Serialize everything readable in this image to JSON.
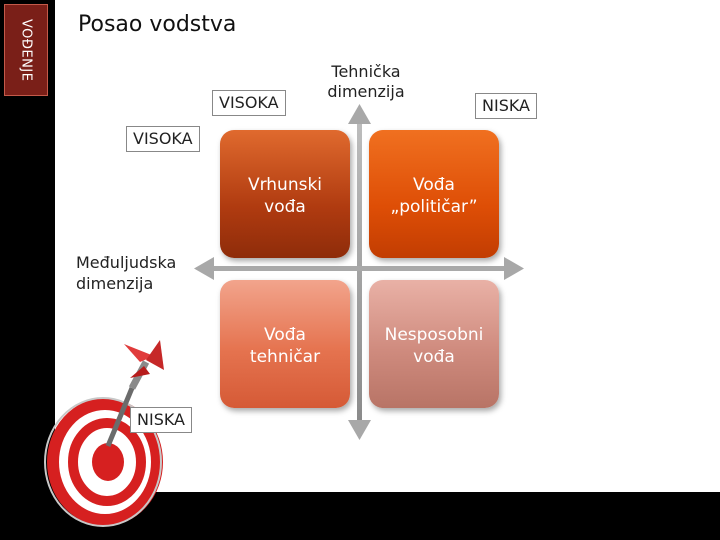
{
  "side_tab": {
    "text": "VOĐENJE"
  },
  "title": "Posao vodstva",
  "axes": {
    "vertical_label_line1": "Tehnička",
    "vertical_label_line2": "dimenzija",
    "horizontal_label_line1": "Međuljudska",
    "horizontal_label_line2": "dimenzija",
    "top_high": "VISOKA",
    "top_low": "NISKA",
    "left_high": "VISOKA",
    "left_low": "NISKA"
  },
  "quadrants": [
    {
      "line1": "Vrhunski",
      "line2": "vođa"
    },
    {
      "line1": "Vođa",
      "line2": "„političar”"
    },
    {
      "line1": "Vođa",
      "line2": "tehničar"
    },
    {
      "line1": "Nesposobni",
      "line2": "vođa"
    }
  ],
  "colors": {
    "side_tab": "#7a1f18",
    "q1": "#b03b10",
    "q2": "#de4e06",
    "q3": "#e5734f",
    "q4": "#cf8b7e",
    "target_red": "#d62020"
  },
  "icons": [
    "dartboard-target-icon",
    "dart-icon"
  ]
}
